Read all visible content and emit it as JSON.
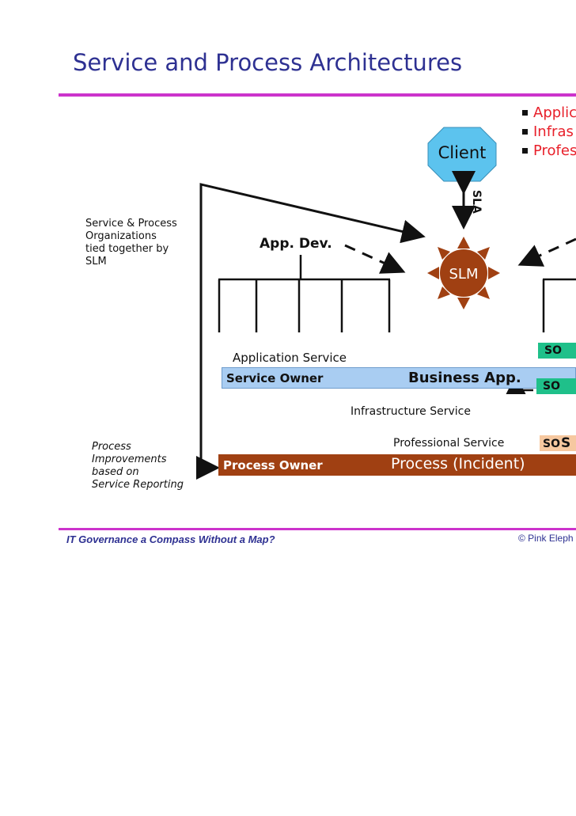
{
  "title": "Service and Process Architectures",
  "bullets": [
    "Applic",
    "Infras",
    "Profes"
  ],
  "client_label": "Client",
  "sla_label": "SLA",
  "slm_label": "SLM",
  "left_note": [
    "Service & Process",
    "Organizations",
    "tied together by",
    "SLM"
  ],
  "appdev_label": "App. Dev.",
  "application_service_label": "Application Service",
  "service_owner_label": "Service Owner",
  "business_app_label": "Business App.",
  "infrastructure_service_label": "Infrastructure Service",
  "professional_service_label": "Professional Service",
  "so_labels": [
    "SO",
    "SO",
    "SO"
  ],
  "so3_extra": "S",
  "process_improvement_note": [
    "Process",
    "Improvements",
    "based on",
    "Service Reporting"
  ],
  "process_owner_label": "Process Owner",
  "process_incident_label": "Process (Incident)",
  "footer": {
    "left": "IT Governance a Compass Without a Map?",
    "right": "© Pink Eleph"
  },
  "colors": {
    "title": "#2e3192",
    "rule": "#cc33cc",
    "bullet_text": "#e8202a",
    "client_fill": "#5cc3ee",
    "slm_fill": "#a04012",
    "service_bar": "#a9cdf2",
    "process_bar": "#a04012",
    "so_green": "#1fc08a",
    "so_peach": "#f6c8a0"
  }
}
